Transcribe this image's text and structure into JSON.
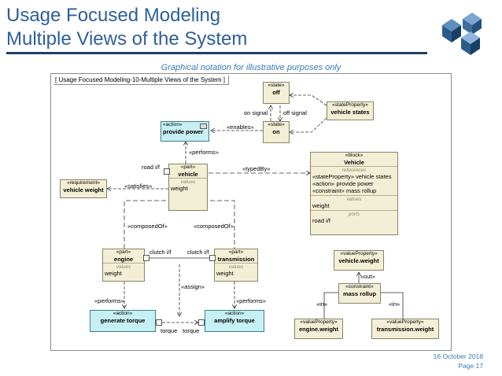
{
  "header": {
    "title_line1": "Usage Focused Modeling",
    "title_line2": "Multiple Views of the System",
    "note": "Graphical notation for illustrative purposes only"
  },
  "frame_label": "[ Usage Focused Modeling-10-Multiple Views of the System ]",
  "nodes": {
    "off": {
      "stereo": "«state»",
      "name": "off"
    },
    "on": {
      "stereo": "«state»",
      "name": "on"
    },
    "vehicle_states": {
      "stereo": "«stateProperty»",
      "name": "vehicle states"
    },
    "provide_power": {
      "stereo": "«action»",
      "name": "provide power"
    },
    "vehicle_part": {
      "stereo": "«part»",
      "name": "vehicle",
      "values_label": "values",
      "value": "weight"
    },
    "vehicle_weight": {
      "stereo": "«requirement»",
      "name": "vehicle weight"
    },
    "vehicle_block": {
      "stereo": "«block»",
      "name": "Vehicle",
      "references_label": "references",
      "references": [
        "«stateProperty» vehicle states",
        "«action» provide power",
        "«constraint» mass rollup"
      ],
      "values_label": "values",
      "value": "weight",
      "ports_label": "ports",
      "port": "road i/f"
    },
    "engine": {
      "stereo": "«part»",
      "name": "engine",
      "values_label": "values",
      "value": "weight"
    },
    "transmission": {
      "stereo": "«part»",
      "name": "transmission",
      "values_label": "values",
      "value": "weight"
    },
    "generate_torque": {
      "stereo": "«action»",
      "name": "generate torque"
    },
    "amplify_torque": {
      "stereo": "«action»",
      "name": "amplify torque"
    },
    "vp_vehicle_weight": {
      "stereo": "«valueProperty»",
      "name": "vehicle.weight"
    },
    "mass_rollup": {
      "stereo": "«constraint»",
      "name": "mass rollup"
    },
    "vp_engine_weight": {
      "stereo": "«valueProperty»",
      "name": "engine.weight"
    },
    "vp_transmission_weight": {
      "stereo": "«valueProperty»",
      "name": "transmission.weight"
    }
  },
  "edge_labels": {
    "on_signal": "on signal",
    "off_signal": "off signal",
    "enables": "«enables»",
    "performs_top": "«performs»",
    "road_if": "road i/f",
    "typed_by": "«typedBy»",
    "satisfies": "«satisfies»",
    "composed_of_left": "«composedOf»",
    "composed_of_right": "«composedOf»",
    "clutch_left": "clutch i/f",
    "clutch_right": "clutch i/f",
    "assign": "«assign»",
    "performs_left": "«performs»",
    "performs_right": "«performs»",
    "torque_left": "torque",
    "torque_right": "torque",
    "out": "«out»",
    "in_left": "«in»",
    "in_right": "«in»"
  },
  "footer": {
    "date": "16 October 2018",
    "page": "Page 17"
  },
  "colors": {
    "title": "#2e5f9a",
    "note": "#3a7ab5",
    "block_fill": "#f3efd6",
    "action_fill": "#c7f0f4"
  }
}
